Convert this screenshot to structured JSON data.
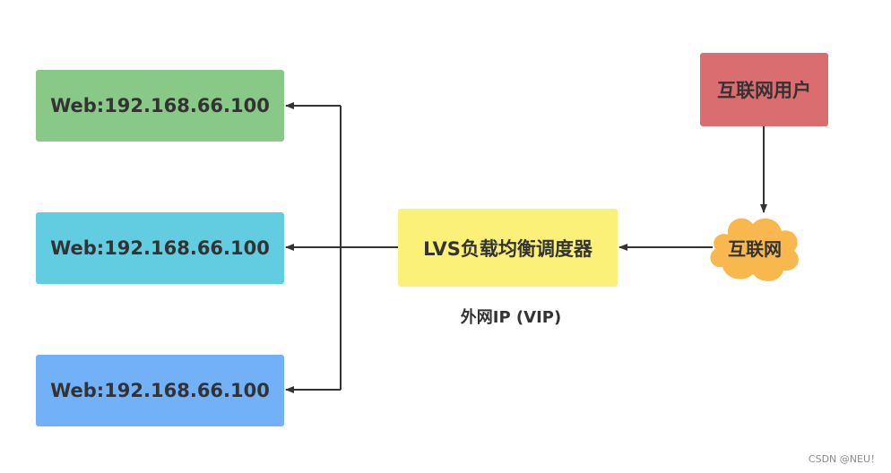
{
  "nodes": {
    "web1": {
      "label": "Web:192.168.66.100",
      "color": "#88c987"
    },
    "web2": {
      "label": "Web:192.168.66.100",
      "color": "#62cde0"
    },
    "web3": {
      "label": "Web:192.168.66.100",
      "color": "#72b1f7"
    },
    "lvs": {
      "label": "LVS负载均衡调度器",
      "color": "#fbf078"
    },
    "user": {
      "label": "互联网用户",
      "color": "#da6d6f"
    },
    "internet": {
      "label": "互联网",
      "color": "#f9b84d"
    }
  },
  "annotations": {
    "vip": "外网IP (VIP)",
    "watermark": "CSDN @NEU！"
  },
  "colors": {
    "edge": "#333333",
    "text": "#333333"
  },
  "edges": [
    {
      "from": "user",
      "to": "internet"
    },
    {
      "from": "internet",
      "to": "lvs"
    },
    {
      "from": "lvs",
      "to": "web1"
    },
    {
      "from": "lvs",
      "to": "web2"
    },
    {
      "from": "lvs",
      "to": "web3"
    }
  ]
}
